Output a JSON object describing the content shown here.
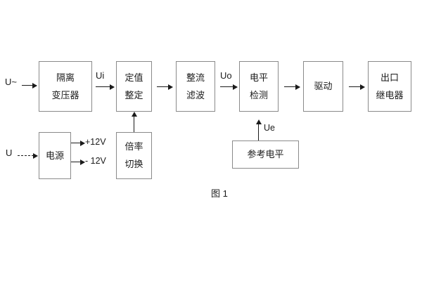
{
  "figure": {
    "caption": "图 1",
    "line_color": "#8a8a8a",
    "text_color": "#1b1b1b",
    "background": "#ffffff"
  },
  "inputs": {
    "ac_source": "U~",
    "dc_source": "U"
  },
  "signals": {
    "ui": "Ui",
    "uo": "Uo",
    "ue": "Ue",
    "pos_rail": "+12V",
    "neg_rail": "- 12V"
  },
  "blocks": {
    "isolation_transformer": {
      "line1": "隔离",
      "line2": "变压器"
    },
    "setting_value": {
      "line1": "定值",
      "line2": "整定"
    },
    "rectifier_filter": {
      "line1": "整流",
      "line2": "滤波"
    },
    "level_detection": {
      "line1": "电平",
      "line2": "检测"
    },
    "drive": {
      "line1": "驱动"
    },
    "output_relay": {
      "line1": "出口",
      "line2": "继电器"
    },
    "power_supply": {
      "line1": "电源"
    },
    "ratio_switch": {
      "line1": "倍率",
      "line2": "切换"
    },
    "reference_level": {
      "line1": "参考电平"
    }
  }
}
